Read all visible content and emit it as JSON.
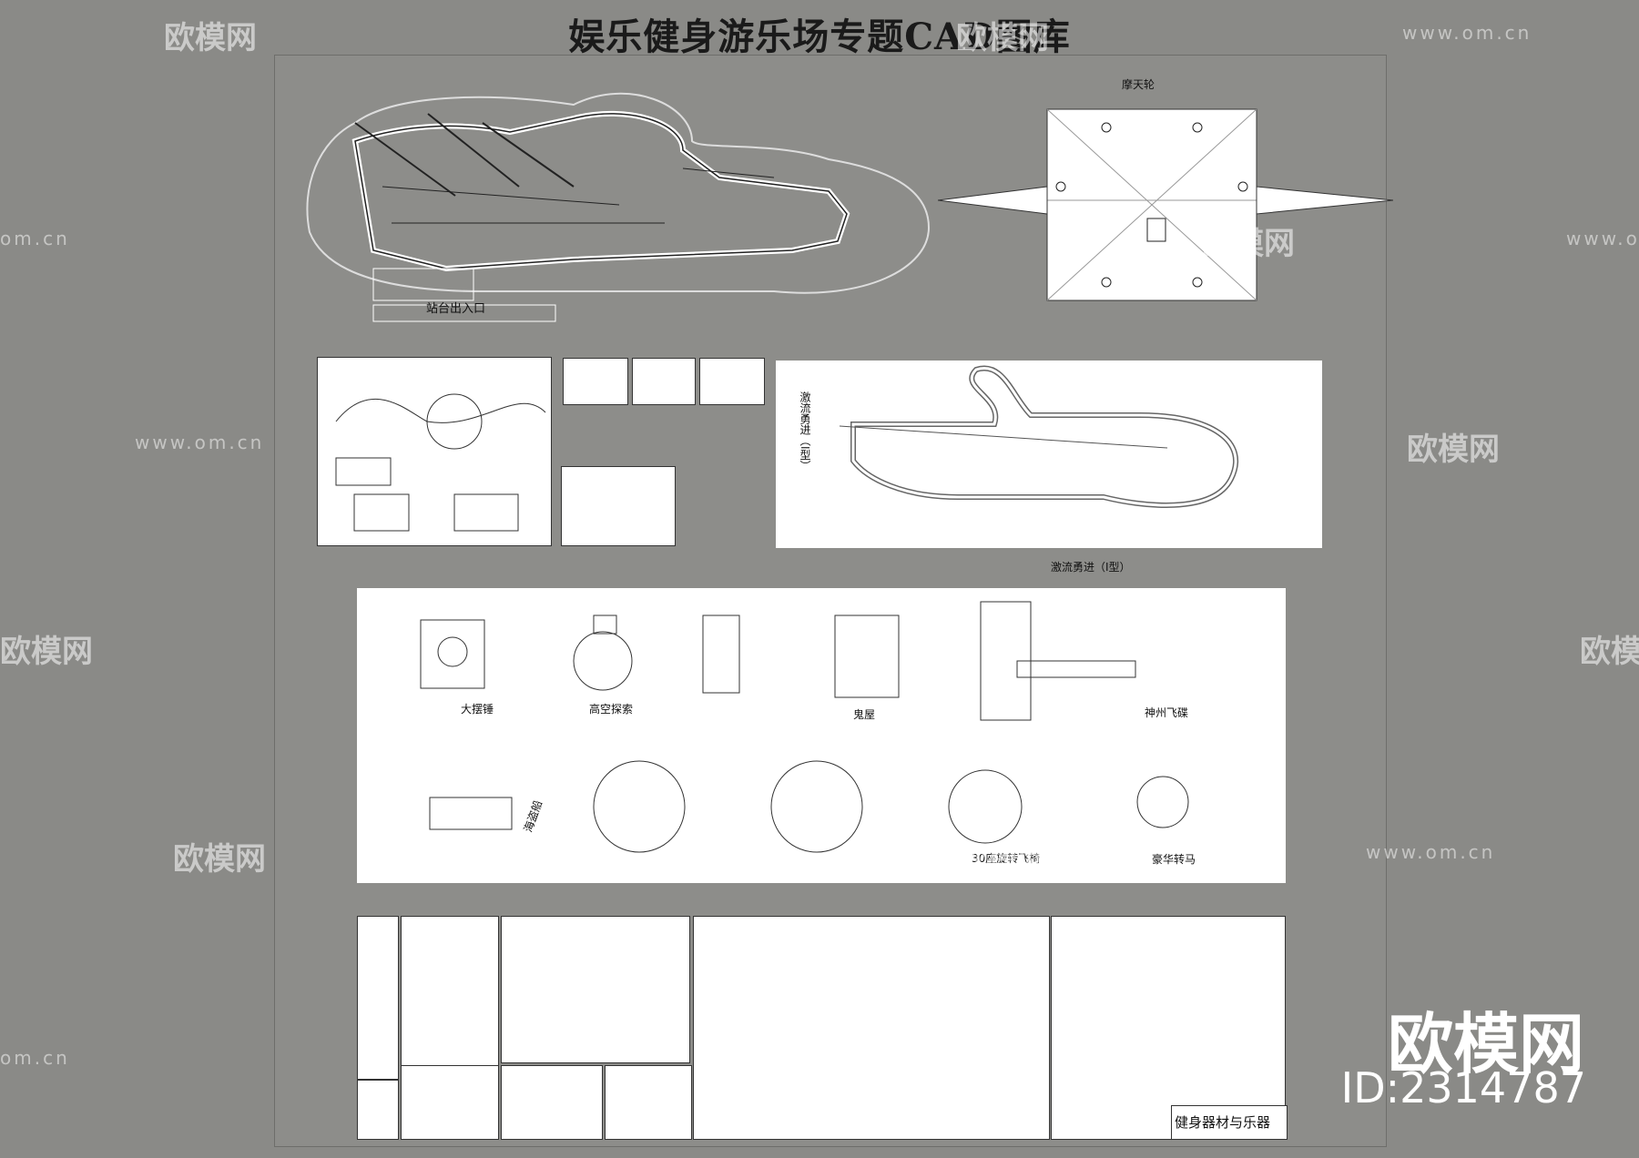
{
  "header": {
    "title": "娱乐健身游乐场专题CAD图库"
  },
  "watermark": {
    "brand": "欧模网",
    "url": "www.om.cn",
    "url_short": "om.cn",
    "id": "ID:2314787"
  },
  "sections": {
    "ferris": {
      "title": "摩天轮"
    },
    "coaster": {
      "entrance": "站台出入口"
    },
    "rafting": {
      "vertical": "激流勇进（I型）",
      "caption": "激流勇进（I型）"
    },
    "rides": {
      "items": [
        "大摆锤",
        "高空探索",
        "鬼屋",
        "神州飞碟",
        "海盗船",
        "30座旋转飞椅",
        "豪华转马"
      ]
    },
    "library": {
      "caption": "健身器材与乐器"
    }
  },
  "colors": {
    "background": "#8a8a87",
    "panel": "#ffffff",
    "ink": "#1a1a1a"
  }
}
